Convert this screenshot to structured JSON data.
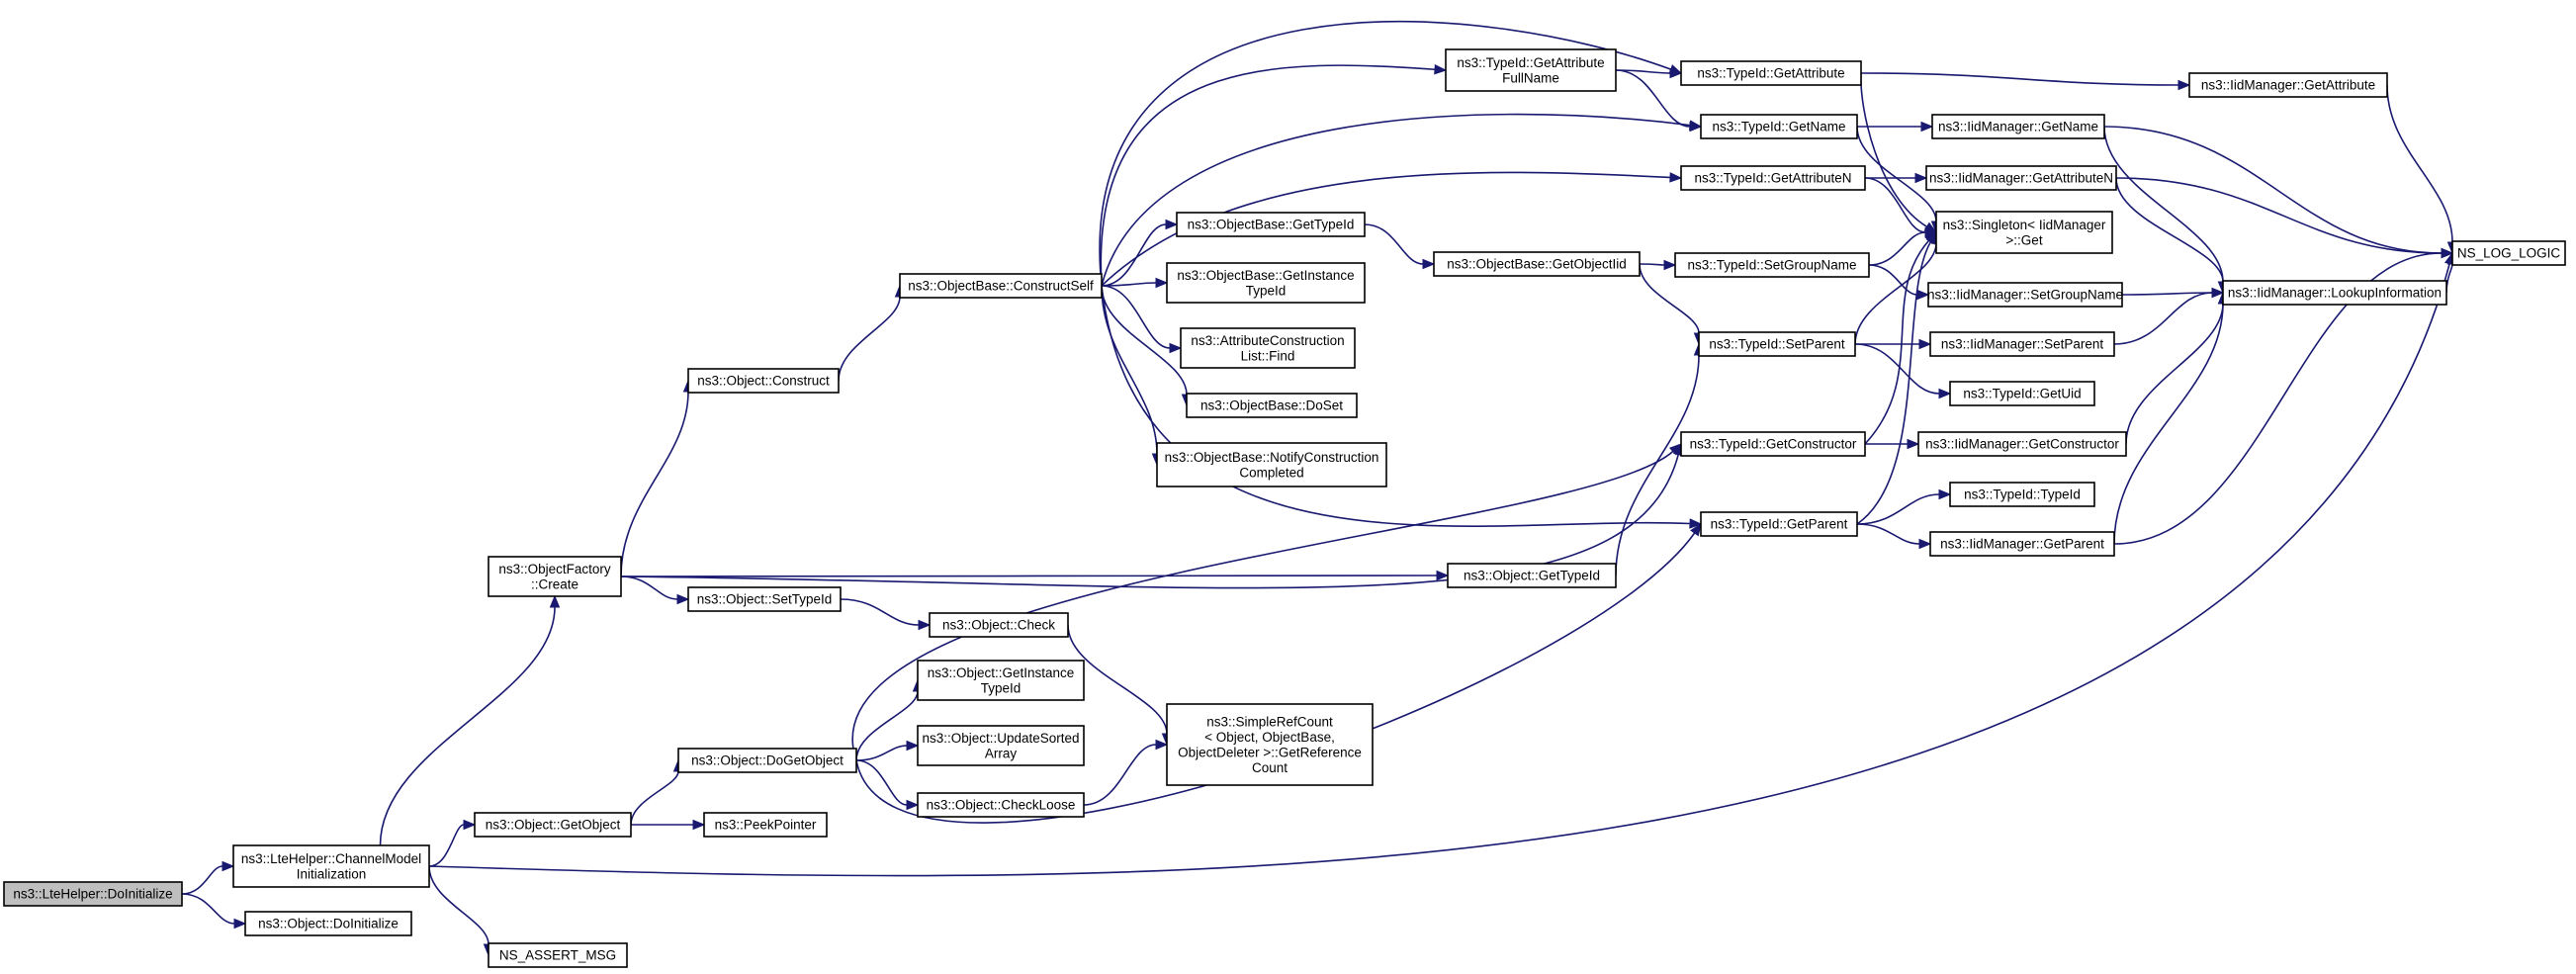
{
  "nodes": {
    "root": [
      "ns3::LteHelper::DoInitialize"
    ],
    "cmi": [
      "ns3::LteHelper::ChannelModel",
      "Initialization"
    ],
    "obj_doinit": [
      "ns3::Object::DoInitialize"
    ],
    "assert": [
      "NS_ASSERT_MSG"
    ],
    "factory": [
      "ns3::ObjectFactory",
      "::Create"
    ],
    "getobject": [
      "ns3::Object::GetObject"
    ],
    "construct": [
      "ns3::Object::Construct"
    ],
    "settypeid": [
      "ns3::Object::SetTypeId"
    ],
    "dogetobject": [
      "ns3::Object::DoGetObject"
    ],
    "peekpointer": [
      "ns3::PeekPointer"
    ],
    "constructself": [
      "ns3::ObjectBase::ConstructSelf"
    ],
    "check": [
      "ns3::Object::Check"
    ],
    "getinstancetypeid_o": [
      "ns3::Object::GetInstance",
      "TypeId"
    ],
    "updatesorted": [
      "ns3::Object::UpdateSorted",
      "Array"
    ],
    "checkloose": [
      "ns3::Object::CheckLoose"
    ],
    "ob_gettypeid": [
      "ns3::ObjectBase::GetTypeId"
    ],
    "ob_getinstance": [
      "ns3::ObjectBase::GetInstance",
      "TypeId"
    ],
    "attrfind": [
      "ns3::AttributeConstruction",
      "List::Find"
    ],
    "doset": [
      "ns3::ObjectBase::DoSet"
    ],
    "notify": [
      "ns3::ObjectBase::NotifyConstruction",
      "Completed"
    ],
    "simplerefcount": [
      "ns3::SimpleRefCount",
      "< Object, ObjectBase,",
      "ObjectDeleter >::GetReference",
      "Count"
    ],
    "getattrfullname": [
      "ns3::TypeId::GetAttribute",
      "FullName"
    ],
    "getobjectiid": [
      "ns3::ObjectBase::GetObjectIid"
    ],
    "obj_gettypeid": [
      "ns3::Object::GetTypeId"
    ],
    "t_getattribute": [
      "ns3::TypeId::GetAttribute"
    ],
    "t_getname": [
      "ns3::TypeId::GetName"
    ],
    "t_getattributen": [
      "ns3::TypeId::GetAttributeN"
    ],
    "t_setgroupname": [
      "ns3::TypeId::SetGroupName"
    ],
    "t_setparent": [
      "ns3::TypeId::SetParent"
    ],
    "t_getconstructor": [
      "ns3::TypeId::GetConstructor"
    ],
    "t_getparent": [
      "ns3::TypeId::GetParent"
    ],
    "singleton": [
      "ns3::Singleton< IidManager",
      ">::Get"
    ],
    "i_getname": [
      "ns3::IidManager::GetName"
    ],
    "i_getattributen": [
      "ns3::IidManager::GetAttributeN"
    ],
    "i_setgroupname": [
      "ns3::IidManager::SetGroupName"
    ],
    "i_setparent": [
      "ns3::IidManager::SetParent"
    ],
    "t_getuid": [
      "ns3::TypeId::GetUid"
    ],
    "i_getconstructor": [
      "ns3::IidManager::GetConstructor"
    ],
    "t_typeid": [
      "ns3::TypeId::TypeId"
    ],
    "i_getparent": [
      "ns3::IidManager::GetParent"
    ],
    "i_getattribute": [
      "ns3::IidManager::GetAttribute"
    ],
    "lookup": [
      "ns3::IidManager::LookupInformation"
    ],
    "nslog": [
      "NS_LOG_LOGIC"
    ]
  }
}
